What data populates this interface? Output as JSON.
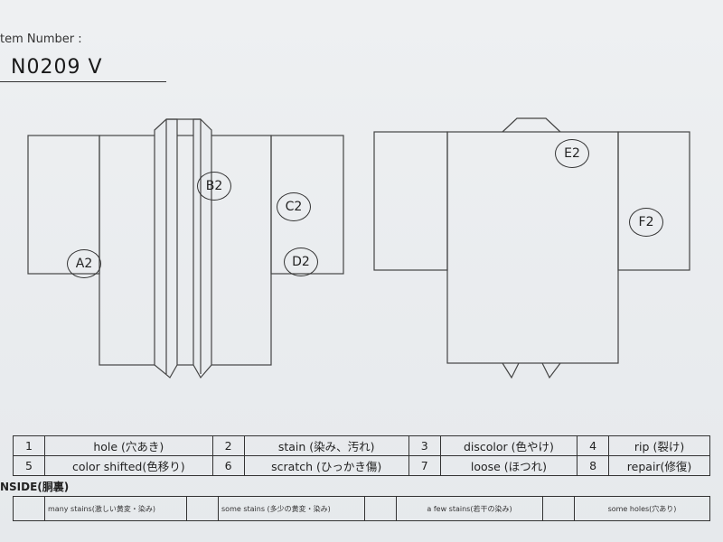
{
  "header": {
    "label": "tem Number :",
    "number": "N0209   V"
  },
  "front_marks": [
    "A2",
    "B2",
    "C2",
    "D2"
  ],
  "back_marks": [
    "E2",
    "F2"
  ],
  "legend": {
    "row1": [
      {
        "num": "1",
        "text": "hole (穴あき)"
      },
      {
        "num": "2",
        "text": "stain (染み、汚れ)"
      },
      {
        "num": "3",
        "text": "discolor (色やけ)"
      },
      {
        "num": "4",
        "text": "rip (裂け)"
      }
    ],
    "row2": [
      {
        "num": "5",
        "text": "color shifted(色移り)"
      },
      {
        "num": "6",
        "text": "scratch (ひっかき傷)"
      },
      {
        "num": "7",
        "text": "loose (ほつれ)"
      },
      {
        "num": "8",
        "text": "repair(修復)"
      }
    ]
  },
  "inside": {
    "label": "NSIDE(胴裏)",
    "items": [
      "many stains(激しい黄変・染み)",
      "some stains (多少の黄変・染み)",
      "a few stains(若干の染み)",
      "some holes(穴あり)"
    ]
  }
}
